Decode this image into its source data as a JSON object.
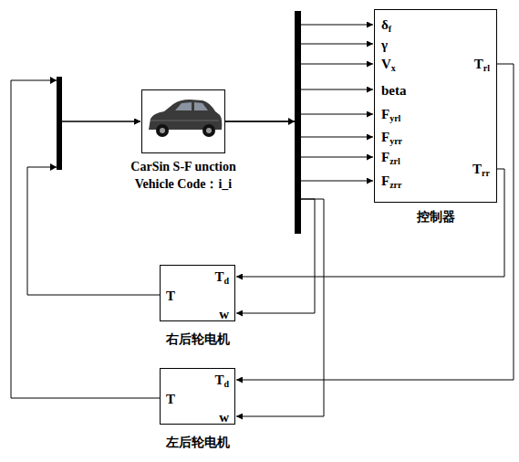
{
  "diagram": {
    "nodes": [
      {
        "text": [
          "CarSin S-F unction",
          "Vehicle Code：i_i"
        ]
      },
      {
        "text": [
          "δf",
          "γ",
          "Vx",
          "beta",
          "Fyrl",
          "Fyrr",
          "Fzrl",
          "Fzrr",
          "Trl",
          "Trr",
          "控制器"
        ]
      },
      {
        "text": [
          "Td",
          "T",
          "w",
          "右后轮电机"
        ]
      },
      {
        "text": [
          "Td",
          "T",
          "w",
          "左后轮电机"
        ]
      }
    ],
    "edges": [
      {
        "from": 0,
        "to": 1,
        "arrow": "to"
      },
      {
        "from": 0,
        "to": 2,
        "arrow": "to"
      },
      {
        "from": 0,
        "to": 3,
        "arrow": "to"
      },
      {
        "from": 1,
        "to": 2,
        "arrow": "to"
      },
      {
        "from": 1,
        "to": 3,
        "arrow": "to"
      },
      {
        "from": 2,
        "to": 0,
        "arrow": "to"
      },
      {
        "from": 3,
        "to": 0,
        "arrow": "to"
      }
    ]
  }
}
